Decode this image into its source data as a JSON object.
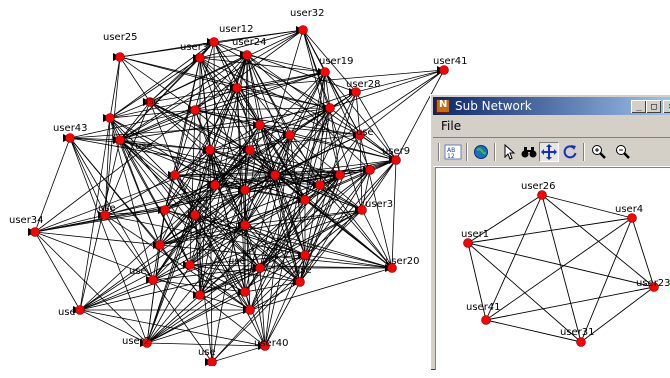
{
  "main_graph": {
    "labels": [
      "user32",
      "user12",
      "user24",
      "user25",
      "user19",
      "user41",
      "user28",
      "user43",
      "user9",
      "user34",
      "user20",
      "user40",
      "user2",
      "user3"
    ],
    "partial_labels": [
      "user3",
      "use",
      "use",
      "use",
      "use",
      "use",
      "use",
      "use",
      "use",
      "use"
    ]
  },
  "sub_window": {
    "title": "Sub Network",
    "menu_file": "File",
    "title_buttons": [
      "_",
      "□",
      "×"
    ],
    "toolbar_icons": [
      "label-sort-icon",
      "globe-icon",
      "pointer-icon",
      "binoculars-icon",
      "move-icon",
      "rotate-icon",
      "zoom-in-icon",
      "zoom-out-icon"
    ],
    "nodes": [
      "user26",
      "user4",
      "user1",
      "user23",
      "user41",
      "user31"
    ]
  },
  "colors": {
    "node": "#ff0000",
    "edge": "#000000",
    "titlebar_start": "#0a246a",
    "titlebar_end": "#a6caf0",
    "window": "#d4d0c8"
  }
}
